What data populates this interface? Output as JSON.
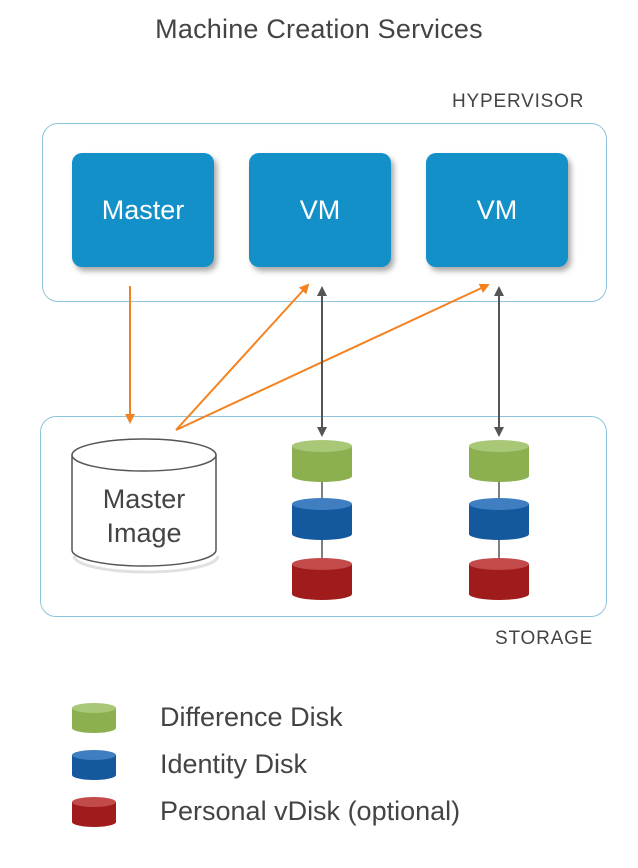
{
  "title": "Machine Creation Services",
  "regions": {
    "hypervisor": "HYPERVISOR",
    "storage": "STORAGE"
  },
  "nodes": {
    "master": "Master",
    "vm1": "VM",
    "vm2": "VM"
  },
  "master_image": {
    "line1": "Master",
    "line2": "Image"
  },
  "legend": {
    "difference": "Difference Disk",
    "identity": "Identity Disk",
    "personal": "Personal vDisk (optional)"
  },
  "colors": {
    "vm_blue": "#1490c9",
    "border": "#8ec3dd",
    "arrow_orange": "#f58220",
    "arrow_gray": "#555555",
    "difference_disk": "#8cb04f",
    "identity_disk": "#14589e",
    "personal_disk": "#a01c1c"
  }
}
